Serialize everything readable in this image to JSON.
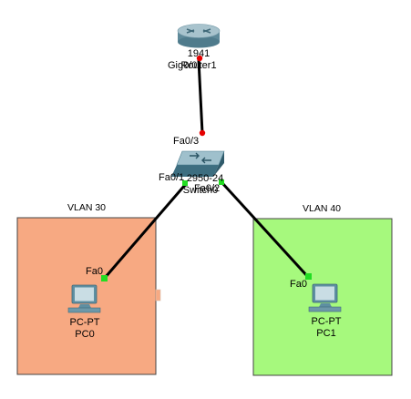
{
  "router": {
    "model": "1941",
    "name": "Router1",
    "port": "Gig0/0"
  },
  "switch": {
    "model": "2950-24",
    "name": "Switch0",
    "ports": {
      "uplink": "Fa0/3",
      "left": "Fa0/1",
      "right": "Fa0/2"
    }
  },
  "vlans": [
    {
      "label": "VLAN 30",
      "color": "#f7a982"
    },
    {
      "label": "VLAN 40",
      "color": "#a6f97d"
    }
  ],
  "pcs": [
    {
      "type": "PC-PT",
      "name": "PC0",
      "port": "Fa0"
    },
    {
      "type": "PC-PT",
      "name": "PC1",
      "port": "Fa0"
    }
  ],
  "link_status_colors": {
    "down": "#e60000",
    "up": "#22dd22"
  }
}
